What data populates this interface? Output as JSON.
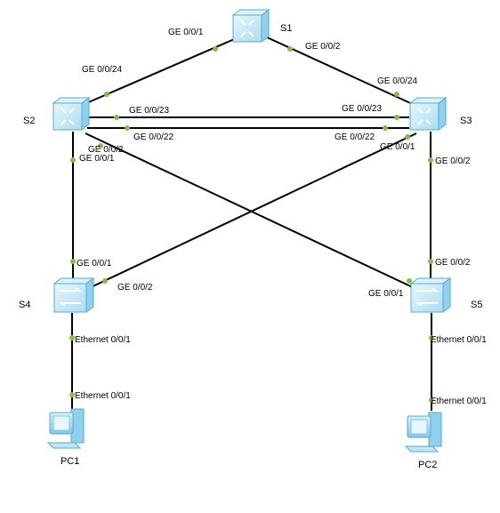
{
  "devices": {
    "s1": "S1",
    "s2": "S2",
    "s3": "S3",
    "s4": "S4",
    "s5": "S5",
    "pc1": "PC1",
    "pc2": "PC2"
  },
  "ports": {
    "s1_s2_s1side": "GE 0/0/1",
    "s1_s3_s1side": "GE 0/0/2",
    "s2_s1": "GE 0/0/24",
    "s3_s1": "GE 0/0/24",
    "s2_s3_23_left": "GE 0/0/23",
    "s2_s3_23_right": "GE 0/0/23",
    "s2_s3_22_left": "GE 0/0/22",
    "s2_s3_22_right": "GE 0/0/22",
    "s2_s5": "GE 0/0/2",
    "s2_s4": "GE 0/0/1",
    "s3_s4": "GE 0/0/1",
    "s3_s5": "GE 0/0/2",
    "s4_s2": "GE 0/0/1",
    "s4_s3": "GE 0/0/2",
    "s5_s3": "GE 0/0/2",
    "s5_s2": "GE 0/0/1",
    "s4_pc1": "Ethernet 0/0/1",
    "pc1_s4": "Ethernet 0/0/1",
    "s5_pc2": "Ethernet 0/0/1",
    "pc2_s5": "Ethernet 0/0/1"
  },
  "icons": {
    "core_switch": "core-switch-icon",
    "access_switch": "access-switch-icon",
    "pc": "pc-icon"
  },
  "colors": {
    "link": "#000000",
    "port_dot": "#7dc242",
    "device_fill": "#bfe7f7",
    "device_stroke": "#5aa9cf"
  }
}
